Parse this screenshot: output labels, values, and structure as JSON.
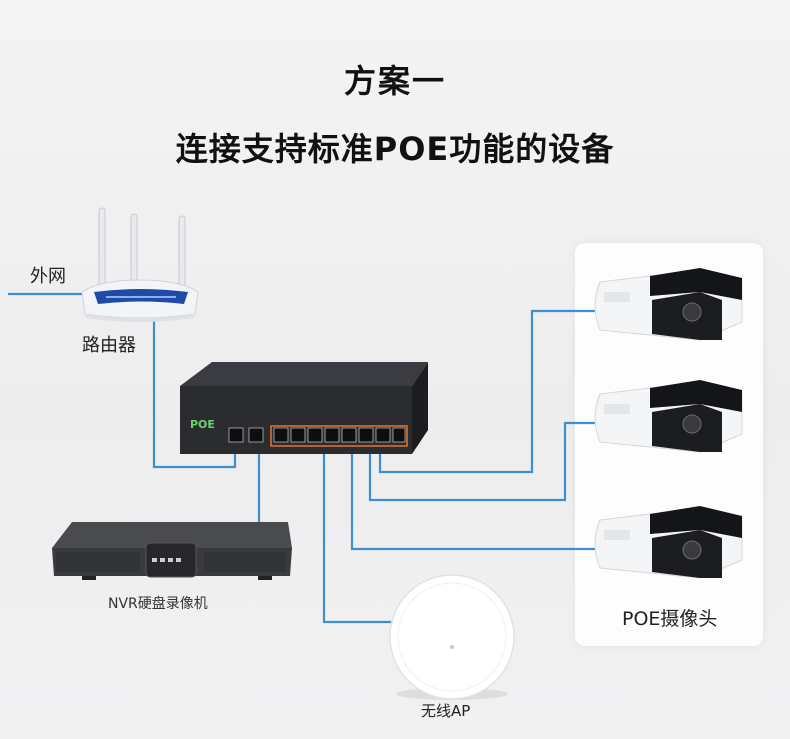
{
  "header": {
    "title": "方案一",
    "subtitle": "连接支持标准POE功能的设备"
  },
  "labels": {
    "external_network": "外网",
    "router": "路由器",
    "nvr": "NVR硬盘录像机",
    "ap": "无线AP",
    "cameras": "POE摄像头"
  },
  "switch": {
    "brand": "POE"
  },
  "colors": {
    "wire": "#3d8fd3",
    "poe_port_accent": "#e8742a",
    "switch_body": "#2a2c30",
    "switch_brand": "#6dd36a"
  }
}
